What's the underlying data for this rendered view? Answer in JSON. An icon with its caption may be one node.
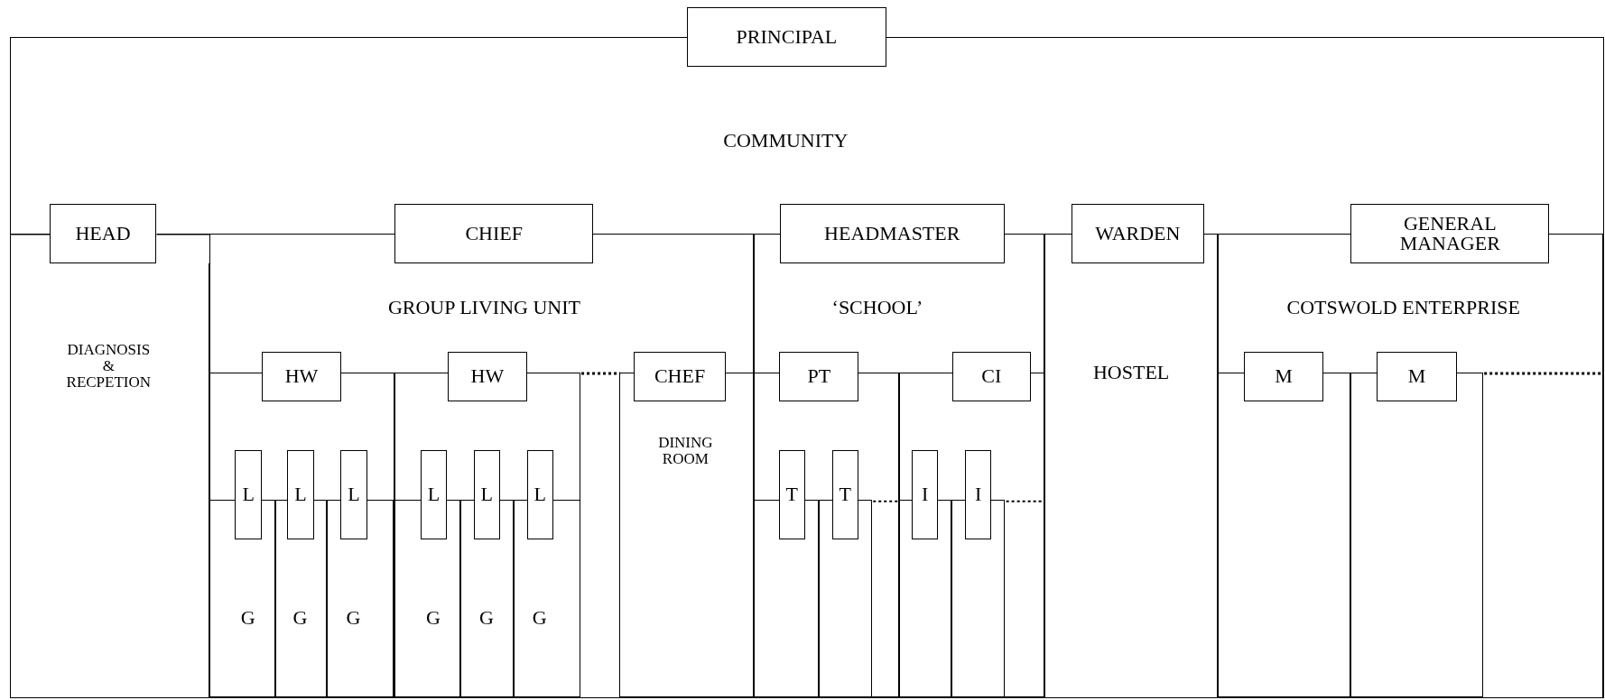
{
  "diagram": {
    "nodes": [
      {
        "text": [
          "PRINCIPAL"
        ]
      },
      {
        "text": [
          "COMMUNITY"
        ]
      },
      {
        "text": [
          "HEAD"
        ],
        "in": 1
      },
      {
        "text": [
          "DIAGNOSIS & RECPETION"
        ],
        "in": 1
      },
      {
        "text": [
          "CHIEF"
        ],
        "in": 1
      },
      {
        "text": [
          "GROUP LIVING UNIT"
        ],
        "in": 1
      },
      {
        "text": [
          "HW"
        ],
        "in": 5
      },
      {
        "text": [],
        "shape": "box",
        "in": 5
      },
      {
        "text": [
          "L"
        ],
        "in": 7
      },
      {
        "text": [
          "G"
        ],
        "in": 7
      },
      {
        "text": [
          "L"
        ],
        "in": 7
      },
      {
        "text": [
          "G"
        ],
        "in": 7
      },
      {
        "text": [
          "L"
        ],
        "in": 7
      },
      {
        "text": [
          "G"
        ],
        "in": 7
      },
      {
        "text": [
          "HW"
        ],
        "in": 5
      },
      {
        "text": [],
        "shape": "box",
        "in": 5
      },
      {
        "text": [
          "L"
        ],
        "in": 15
      },
      {
        "text": [
          "G"
        ],
        "in": 15
      },
      {
        "text": [
          "L"
        ],
        "in": 15
      },
      {
        "text": [
          "G"
        ],
        "in": 15
      },
      {
        "text": [
          "L"
        ],
        "in": 15
      },
      {
        "text": [
          "G"
        ],
        "in": 15
      },
      {
        "text": [
          "CHEF"
        ],
        "in": 5
      },
      {
        "text": [
          "DINING ROOM"
        ],
        "in": 5
      },
      {
        "text": [
          "HEADMASTER"
        ],
        "in": 1
      },
      {
        "text": [
          "‘SCHOOL’"
        ],
        "in": 1
      },
      {
        "text": [
          "PT"
        ],
        "in": 25
      },
      {
        "text": [],
        "shape": "box",
        "in": 25
      },
      {
        "text": [
          "T"
        ],
        "in": 27
      },
      {
        "text": [],
        "shape": "box",
        "in": 27
      },
      {
        "text": [
          "T"
        ],
        "in": 27
      },
      {
        "text": [],
        "shape": "box",
        "in": 27
      },
      {
        "text": [
          "CI"
        ],
        "in": 25
      },
      {
        "text": [],
        "shape": "box",
        "in": 25
      },
      {
        "text": [
          "I"
        ],
        "in": 33
      },
      {
        "text": [],
        "shape": "box",
        "in": 33
      },
      {
        "text": [
          "I"
        ],
        "in": 33
      },
      {
        "text": [],
        "shape": "box",
        "in": 33
      },
      {
        "text": [
          "WARDEN"
        ],
        "in": 1
      },
      {
        "text": [
          "HOSTEL"
        ],
        "in": 1
      },
      {
        "text": [
          "GENERAL MANAGER"
        ],
        "in": 1
      },
      {
        "text": [
          "COTSWOLD ENTERPRISE"
        ],
        "in": 1
      },
      {
        "text": [
          "M"
        ],
        "in": 41
      },
      {
        "text": [],
        "shape": "box",
        "in": 41
      },
      {
        "text": [
          "M"
        ],
        "in": 41
      },
      {
        "text": [],
        "shape": "box",
        "in": 41
      }
    ]
  }
}
